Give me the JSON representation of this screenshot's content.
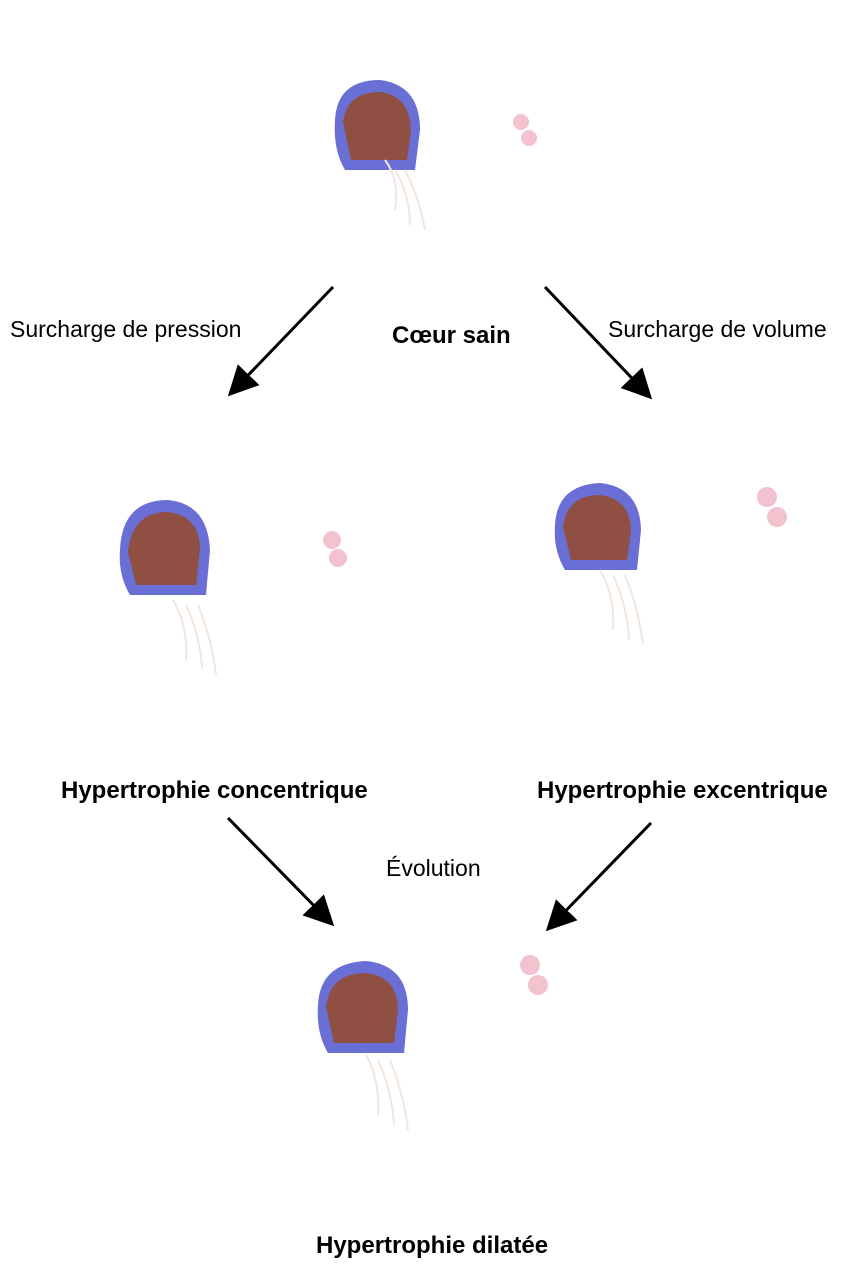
{
  "nodes": {
    "healthy": "Cœur sain",
    "concentric": "Hypertrophie concentrique",
    "eccentric": "Hypertrophie excentrique",
    "dilated": "Hypertrophie dilatée"
  },
  "edges": {
    "pressure": "Surcharge de pression",
    "volume": "Surcharge de volume",
    "evolution": "Évolution"
  },
  "colors": {
    "aorta": "#d8442a",
    "vena": "#7f8be0",
    "myocardium": "#f2b3a3",
    "cavity": "#b81e1e",
    "atrium": "#9a4a40"
  }
}
